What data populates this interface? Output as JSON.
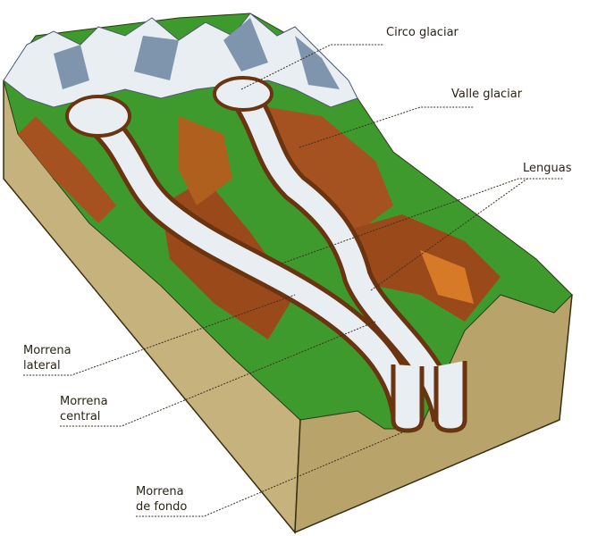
{
  "labels": {
    "circo": "Circo glaciar",
    "valle": "Valle glaciar",
    "lenguas": "Lenguas",
    "morrena_lateral": [
      "Morrena",
      "lateral"
    ],
    "morrena_central": [
      "Morrena",
      "central"
    ],
    "morrena_fondo": [
      "Morrena",
      "de fondo"
    ]
  },
  "colors": {
    "face_left": "#c5b27c",
    "face_right": "#b8a46a",
    "green": "#3f9a2e",
    "brown": "#9a4a1a",
    "ice": "#e9eef2",
    "rock": "#7e95ad"
  }
}
